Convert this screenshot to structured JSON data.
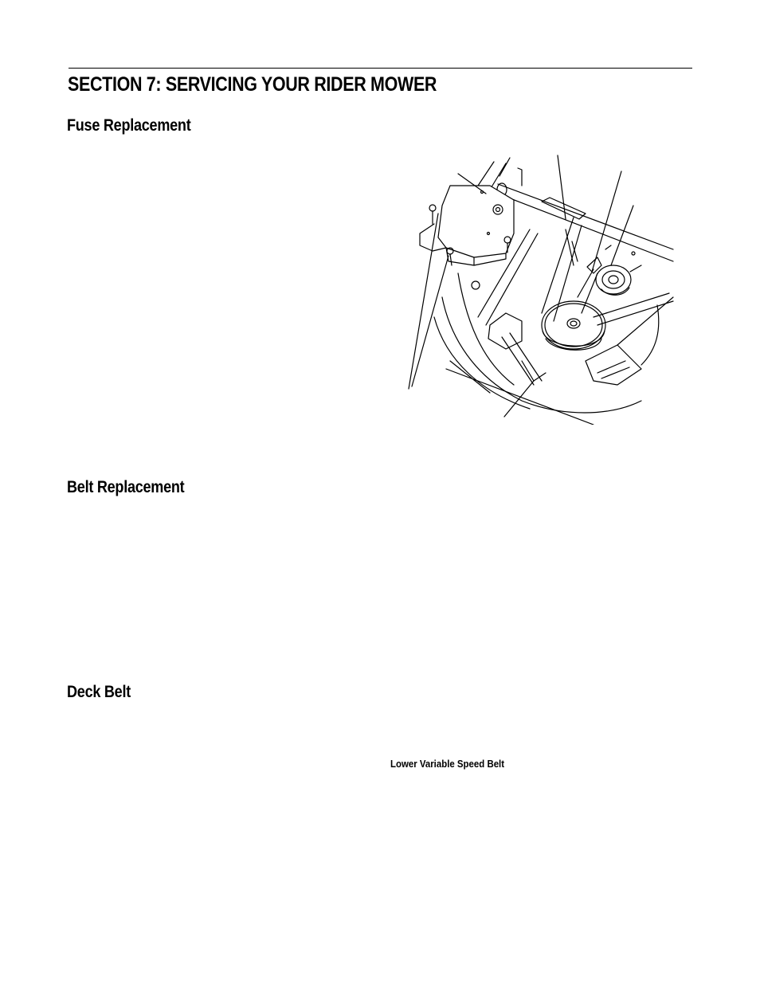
{
  "header": {
    "section_title": "SECTION 7:  SERVICING YOUR RIDER MOWER"
  },
  "sections": {
    "fuse": {
      "heading": "Fuse Replacement"
    },
    "belt": {
      "heading": "Belt Replacement"
    },
    "deck": {
      "heading": "Deck Belt"
    }
  },
  "figure": {
    "caption": "Lower Variable Speed Belt"
  }
}
